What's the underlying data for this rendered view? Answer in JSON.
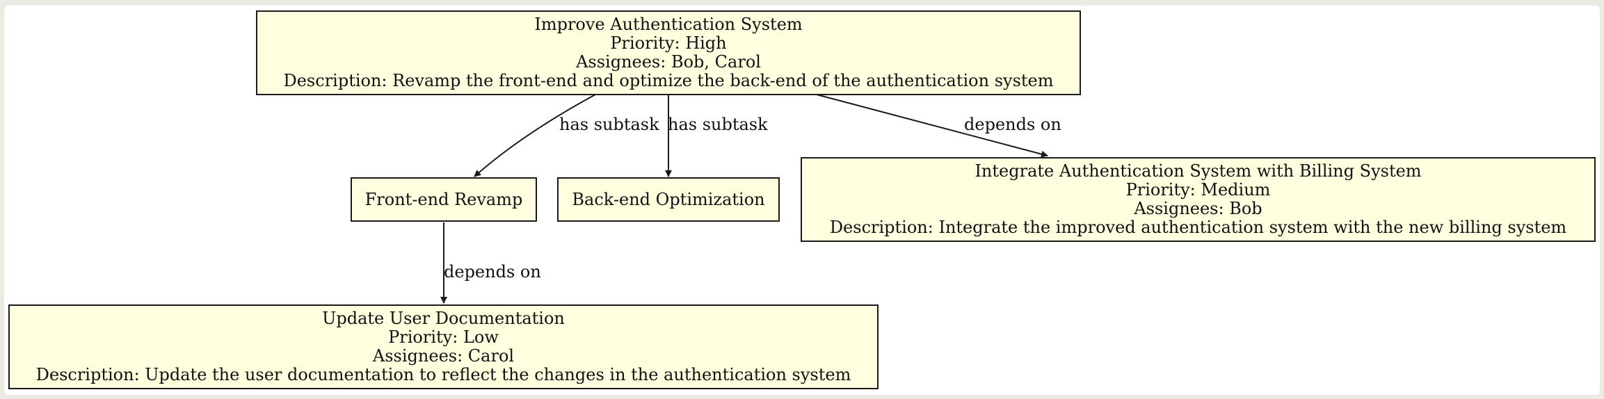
{
  "nodes": {
    "improve_auth": {
      "title": "Improve Authentication System",
      "priority": "Priority: High",
      "assignees": "Assignees: Bob, Carol",
      "description": "Description: Revamp the front-end and optimize the back-end of the authentication system"
    },
    "frontend_revamp": {
      "title": "Front-end Revamp"
    },
    "backend_optimization": {
      "title": "Back-end Optimization"
    },
    "integrate_billing": {
      "title": "Integrate Authentication System with Billing System",
      "priority": "Priority: Medium",
      "assignees": "Assignees: Bob",
      "description": "Description: Integrate the improved authentication system with the new billing system"
    },
    "update_docs": {
      "title": "Update User Documentation",
      "priority": "Priority: Low",
      "assignees": "Assignees: Carol",
      "description": "Description: Update the user documentation to reflect the changes in the authentication system"
    }
  },
  "edges": [
    {
      "from": "improve_auth",
      "to": "frontend_revamp",
      "label": "has subtask"
    },
    {
      "from": "improve_auth",
      "to": "backend_optimization",
      "label": "has subtask"
    },
    {
      "from": "improve_auth",
      "to": "integrate_billing",
      "label": "depends on"
    },
    {
      "from": "frontend_revamp",
      "to": "update_docs",
      "label": "depends on"
    }
  ],
  "colors": {
    "node_fill": "#ffffe0",
    "stroke": "#1a1a1a",
    "background": "#ffffff"
  }
}
